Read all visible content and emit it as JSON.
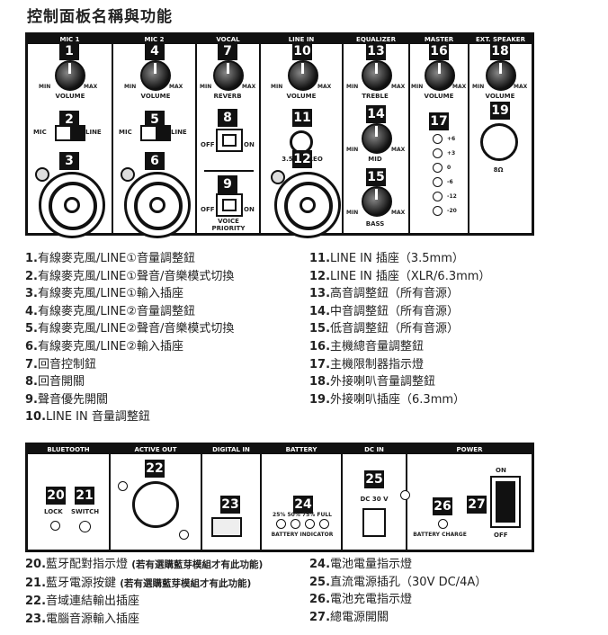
{
  "title": "控制面板名稱與功能",
  "top_headers": [
    "MIC 1",
    "MIC 2",
    "VOCAL",
    "LINE IN",
    "EQUALIZER",
    "MASTER",
    "EXT. SPEAKER"
  ],
  "knob_labels": {
    "min": "MIN",
    "max": "MAX",
    "volume": "VOLUME",
    "reverb": "REVERB",
    "treble": "TREBLE",
    "mid": "MID",
    "bass": "BASS"
  },
  "switch_labels": {
    "mic": "MIC",
    "line": "LINE",
    "off": "OFF",
    "on": "ON",
    "voice_priority": "VOICE PRIORITY",
    "stereo": "3.5 STEREO",
    "ohm": "8Ω"
  },
  "led_levels": [
    "+6",
    "+3",
    "0",
    "-6",
    "-12",
    "-20"
  ],
  "bottom_headers": [
    "BLUETOOTH",
    "ACTIVE OUT",
    "DIGITAL IN",
    "BATTERY",
    "DC IN",
    "POWER"
  ],
  "bottom_labels": {
    "lock": "LOCK",
    "switch": "SWITCH",
    "battery_levels": "25%  50%  75%  FULL",
    "battery_indicator": "BATTERY INDICATOR",
    "dc": "DC 30 V",
    "battery_charge": "BATTERY CHARGE",
    "on": "ON",
    "off": "OFF"
  },
  "numbers": [
    "1",
    "2",
    "3",
    "4",
    "5",
    "6",
    "7",
    "8",
    "9",
    "10",
    "11",
    "12",
    "13",
    "14",
    "15",
    "16",
    "17",
    "18",
    "19",
    "20",
    "21",
    "22",
    "23",
    "24",
    "25",
    "26",
    "27"
  ],
  "list_left": [
    {
      "n": "1.",
      "t": "有線麥克風/LINE①音量調整鈕"
    },
    {
      "n": "2.",
      "t": "有線麥克風/LINE①聲音/音樂模式切換"
    },
    {
      "n": "3.",
      "t": "有線麥克風/LINE①輸入插座"
    },
    {
      "n": "4.",
      "t": "有線麥克風/LINE②音量調整鈕"
    },
    {
      "n": "5.",
      "t": "有線麥克風/LINE②聲音/音樂模式切換"
    },
    {
      "n": "6.",
      "t": "有線麥克風/LINE②輸入插座"
    },
    {
      "n": "7.",
      "t": "回音控制鈕"
    },
    {
      "n": "8.",
      "t": "回音開關"
    },
    {
      "n": "9.",
      "t": "聲音優先開關"
    },
    {
      "n": "10.",
      "t": "LINE IN 音量調整鈕"
    }
  ],
  "list_right": [
    {
      "n": "11.",
      "t": "LINE IN 插座（3.5mm）"
    },
    {
      "n": "12.",
      "t": "LINE IN 插座（XLR/6.3mm）"
    },
    {
      "n": "13.",
      "t": "高音調整鈕（所有音源）"
    },
    {
      "n": "14.",
      "t": "中音調整鈕（所有音源）"
    },
    {
      "n": "15.",
      "t": "低音調整鈕（所有音源）"
    },
    {
      "n": "16.",
      "t": "主機總音量調整鈕"
    },
    {
      "n": "17.",
      "t": "主機限制器指示燈"
    },
    {
      "n": "18.",
      "t": "外接喇叭音量調整鈕"
    },
    {
      "n": "19.",
      "t": "外接喇叭插座（6.3mm）"
    }
  ],
  "list_bottom_left": [
    {
      "n": "20.",
      "t": "藍牙配對指示燈",
      "note": "(若有選購藍芽模組才有此功能)"
    },
    {
      "n": "21.",
      "t": "藍牙電源按鍵",
      "note": "(若有選購藍芽模組才有此功能)"
    },
    {
      "n": "22.",
      "t": "音域連結輸出插座",
      "note": ""
    },
    {
      "n": "23.",
      "t": "電腦音源輸入插座",
      "note": ""
    }
  ],
  "list_bottom_right": [
    {
      "n": "24.",
      "t": "電池電量指示燈"
    },
    {
      "n": "25.",
      "t": "直流電源插孔（30V DC/4A）"
    },
    {
      "n": "26.",
      "t": "電池充電指示燈"
    },
    {
      "n": "27.",
      "t": "總電源開關"
    }
  ]
}
